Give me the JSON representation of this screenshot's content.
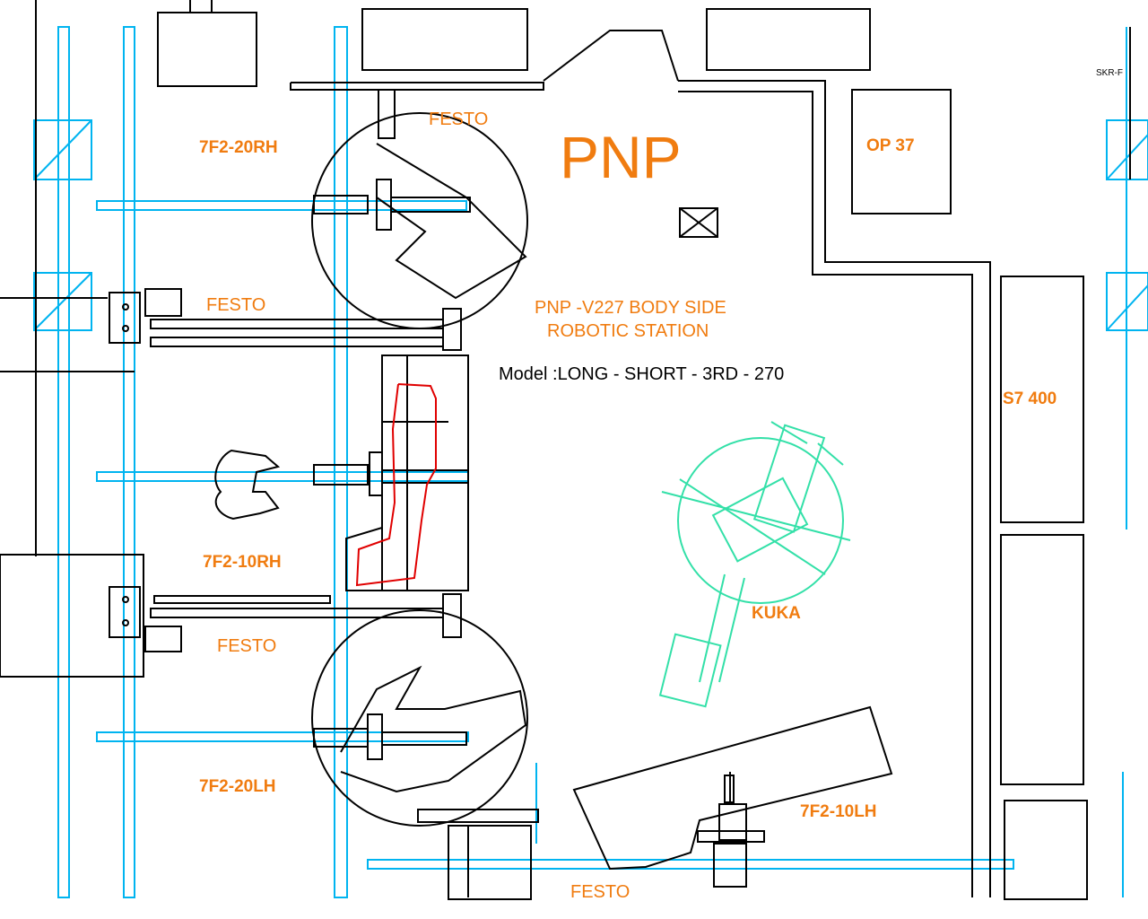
{
  "drawing": {
    "title": "PNP",
    "station_title_line1": "PNP -V227 BODY SIDE",
    "station_title_line2": "ROBOTIC STATION",
    "model_line": "Model :LONG - SHORT - 3RD - 270",
    "labels": {
      "festo_top": "FESTO",
      "festo_left": "FESTO",
      "festo_mid": "FESTO",
      "festo_bottom": "FESTO",
      "fixture_20rh": "7F2-20RH",
      "fixture_10rh": "7F2-10RH",
      "fixture_20lh": "7F2-20LH",
      "fixture_10lh": "7F2-10LH",
      "kuka": "KUKA",
      "op37": "OP 37",
      "s7_400": "S7 400",
      "corner_tag": "SKR-F"
    },
    "colors": {
      "label_orange": "#f07c10",
      "rail_cyan": "#00b4f0",
      "robot_green": "#33e0a8",
      "line_black": "#000000",
      "path_red": "#e00000"
    }
  }
}
